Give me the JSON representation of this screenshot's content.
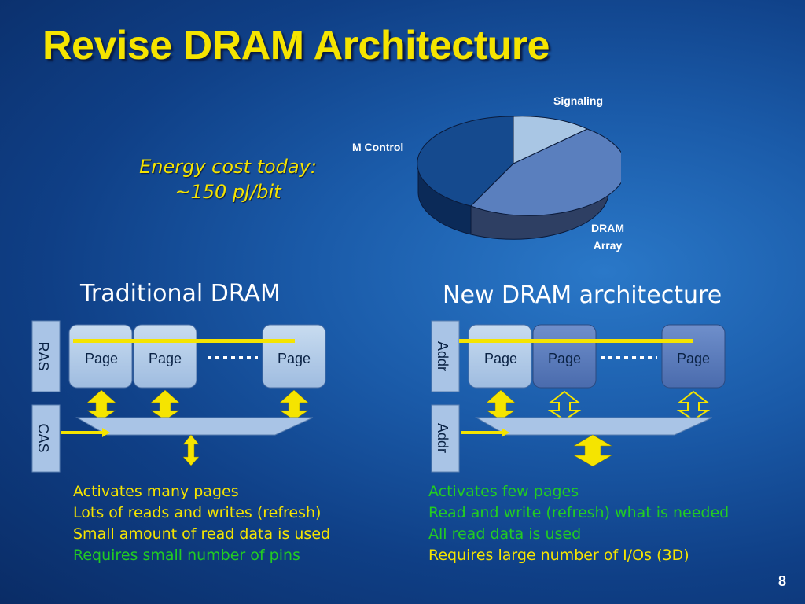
{
  "title": "Revise DRAM Architecture",
  "energy_cost": {
    "line1": "Energy cost today:",
    "line2": "~150 pJ/bit"
  },
  "pie": {
    "labels": {
      "signaling": "Signaling",
      "control": "M Control",
      "dram_line1": "DRAM",
      "dram_line2": "Array"
    },
    "colors": {
      "signaling": "#a9c6e4",
      "dram": "#5a7fbe",
      "control": "#154a8e"
    }
  },
  "traditional": {
    "heading": "Traditional DRAM",
    "side_top": "RAS",
    "side_bottom": "CAS",
    "pages": [
      "Page",
      "Page",
      "Page"
    ],
    "bullets": [
      {
        "text": "Activates many pages",
        "color": "yellow"
      },
      {
        "text": "Lots of reads and writes (refresh)",
        "color": "yellow"
      },
      {
        "text": "Small amount of read data is used",
        "color": "yellow"
      },
      {
        "text": "Requires small number of pins",
        "color": "green"
      }
    ]
  },
  "new_arch": {
    "heading": "New DRAM architecture",
    "side_top": "Addr",
    "side_bottom": "Addr",
    "pages": [
      "Page",
      "Page",
      "Page"
    ],
    "bullets": [
      {
        "text": "Activates few pages",
        "color": "green"
      },
      {
        "text": "Read and write (refresh) what is needed",
        "color": "green"
      },
      {
        "text": "All read data is used",
        "color": "green"
      },
      {
        "text": "Requires large number of I/Os (3D)",
        "color": "yellow"
      }
    ]
  },
  "slide_number": "8"
}
